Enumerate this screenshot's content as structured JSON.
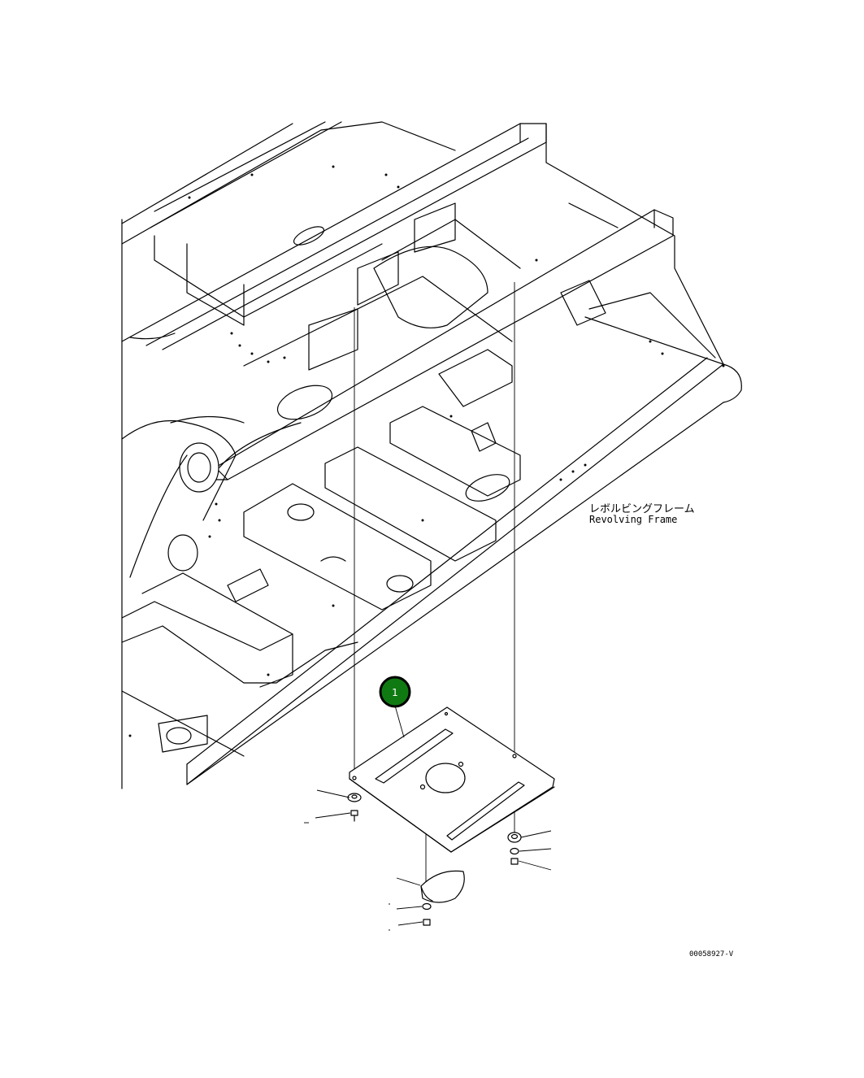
{
  "labels": {
    "frame_jp": "レボルビングフレーム",
    "frame_en": "Revolving Frame",
    "drawing_number": "00058927-V"
  },
  "callouts": [
    {
      "number": "1",
      "color": "#0f7a12"
    }
  ],
  "colors": {
    "line": "#000000",
    "background": "#ffffff",
    "callout": "#0f7a12"
  }
}
